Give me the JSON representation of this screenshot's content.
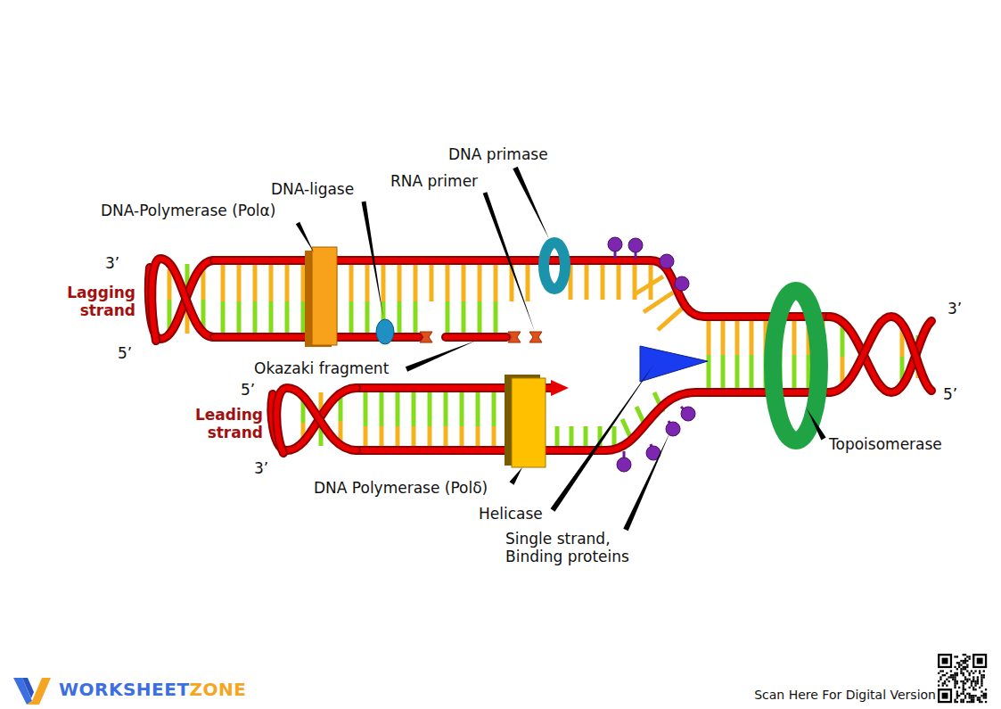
{
  "diagram": {
    "labels": [
      "DNA primase",
      "DNA-ligase",
      "RNA primer",
      "DNA-Polymerase (Polα)",
      "3’",
      "Lagging strand",
      "3’",
      "5’",
      "Okazaki fragment",
      "5’",
      "5’",
      "Leading strand",
      "Topoisomerase",
      "3’",
      "DNA Polymerase (Polδ)",
      "Helicase",
      "Single strand, Binding proteins",
      "WORKSHEET",
      "ZONE",
      "Scan Here For Digital Version"
    ]
  }
}
